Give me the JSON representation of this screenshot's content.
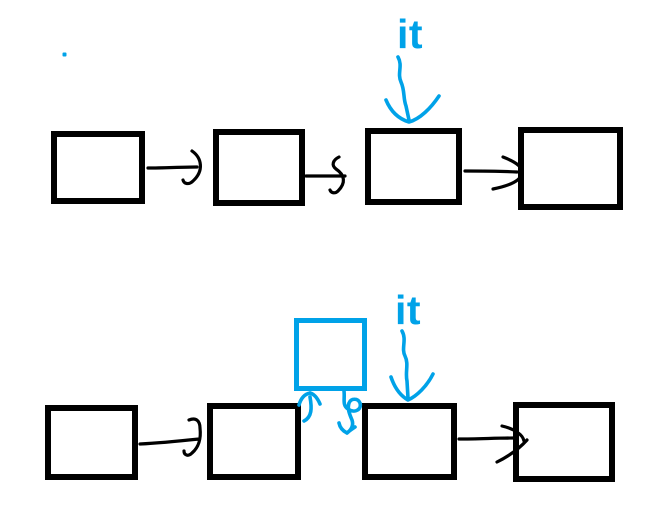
{
  "colors": {
    "accent": "#00A2E8",
    "ink": "#000000",
    "background": "#FFFFFF"
  },
  "top_diagram": {
    "description": "linked list of four nodes",
    "pointer_label": "it",
    "node_count": 4
  },
  "bottom_diagram": {
    "description": "linked list of four nodes with new node inserted above between second and third",
    "pointer_label": "it",
    "node_count": 5
  }
}
